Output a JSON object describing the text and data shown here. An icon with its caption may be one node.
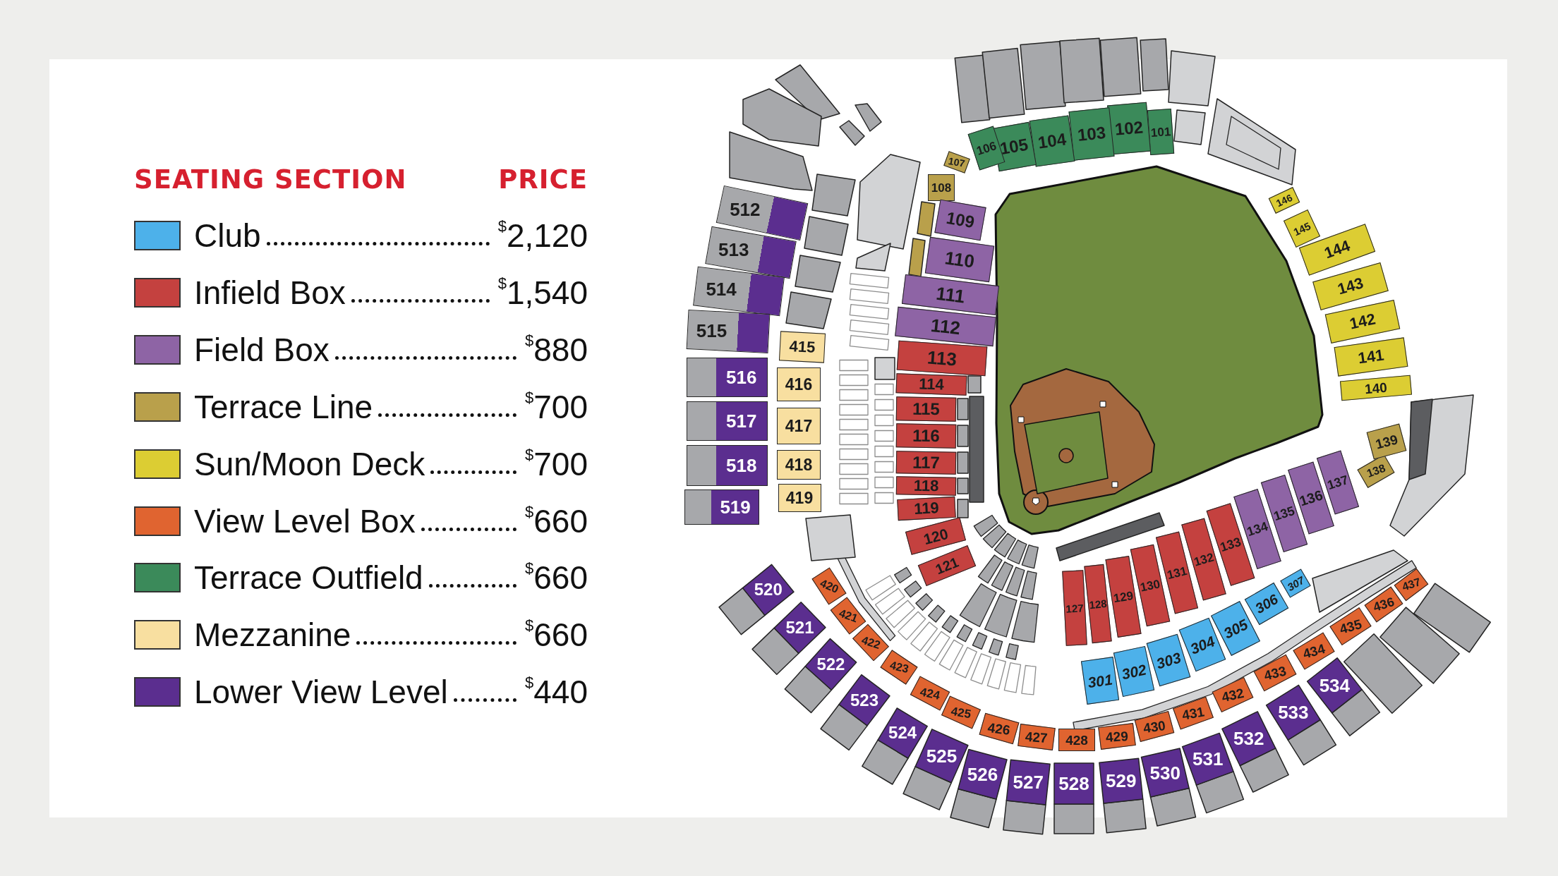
{
  "diagram": {
    "nodes": [
      {
        "text": [
          "101"
        ]
      },
      {
        "text": [
          "102"
        ]
      },
      {
        "text": [
          "103"
        ]
      },
      {
        "text": [
          "104"
        ]
      },
      {
        "text": [
          "105"
        ]
      },
      {
        "text": [
          "106"
        ]
      },
      {
        "text": [
          "107"
        ]
      },
      {
        "text": [
          "108"
        ]
      },
      {
        "text": [
          "109"
        ]
      },
      {
        "text": [
          "110"
        ]
      },
      {
        "text": [
          "111"
        ]
      },
      {
        "text": [
          "112"
        ]
      },
      {
        "text": [
          "113"
        ]
      },
      {
        "text": [
          "114"
        ]
      },
      {
        "text": [
          "115"
        ]
      },
      {
        "text": [
          "116"
        ]
      },
      {
        "text": [
          "117"
        ]
      },
      {
        "text": [
          "118"
        ]
      },
      {
        "text": [
          "119"
        ]
      },
      {
        "text": [
          "120"
        ]
      },
      {
        "text": [
          "121"
        ]
      },
      {
        "text": [
          "127"
        ]
      },
      {
        "text": [
          "128"
        ]
      },
      {
        "text": [
          "129"
        ]
      },
      {
        "text": [
          "130"
        ]
      },
      {
        "text": [
          "131"
        ]
      },
      {
        "text": [
          "132"
        ]
      },
      {
        "text": [
          "133"
        ]
      },
      {
        "text": [
          "134"
        ]
      },
      {
        "text": [
          "135"
        ]
      },
      {
        "text": [
          "136"
        ]
      },
      {
        "text": [
          "137"
        ]
      },
      {
        "text": [
          "138"
        ]
      },
      {
        "text": [
          "139"
        ]
      },
      {
        "text": [
          "140"
        ]
      },
      {
        "text": [
          "141"
        ]
      },
      {
        "text": [
          "142"
        ]
      },
      {
        "text": [
          "143"
        ]
      },
      {
        "text": [
          "144"
        ]
      },
      {
        "text": [
          "145"
        ]
      },
      {
        "text": [
          "146"
        ]
      },
      {
        "text": [
          "301"
        ]
      },
      {
        "text": [
          "302"
        ]
      },
      {
        "text": [
          "303"
        ]
      },
      {
        "text": [
          "304"
        ]
      },
      {
        "text": [
          "305"
        ]
      },
      {
        "text": [
          "306"
        ]
      },
      {
        "text": [
          "307"
        ]
      },
      {
        "text": [
          "415"
        ]
      },
      {
        "text": [
          "416"
        ]
      },
      {
        "text": [
          "417"
        ]
      },
      {
        "text": [
          "418"
        ]
      },
      {
        "text": [
          "419"
        ]
      },
      {
        "text": [
          "420"
        ]
      },
      {
        "text": [
          "421"
        ]
      },
      {
        "text": [
          "422"
        ]
      },
      {
        "text": [
          "423"
        ]
      },
      {
        "text": [
          "424"
        ]
      },
      {
        "text": [
          "425"
        ]
      },
      {
        "text": [
          "426"
        ]
      },
      {
        "text": [
          "427"
        ]
      },
      {
        "text": [
          "428"
        ]
      },
      {
        "text": [
          "429"
        ]
      },
      {
        "text": [
          "430"
        ]
      },
      {
        "text": [
          "431"
        ]
      },
      {
        "text": [
          "432"
        ]
      },
      {
        "text": [
          "433"
        ]
      },
      {
        "text": [
          "434"
        ]
      },
      {
        "text": [
          "435"
        ]
      },
      {
        "text": [
          "436"
        ]
      },
      {
        "text": [
          "437"
        ]
      },
      {
        "text": [
          "512"
        ]
      },
      {
        "text": [
          "513"
        ]
      },
      {
        "text": [
          "514"
        ]
      },
      {
        "text": [
          "515"
        ]
      },
      {
        "text": [
          "516"
        ]
      },
      {
        "text": [
          "517"
        ]
      },
      {
        "text": [
          "518"
        ]
      },
      {
        "text": [
          "519"
        ]
      },
      {
        "text": [
          "520"
        ]
      },
      {
        "text": [
          "521"
        ]
      },
      {
        "text": [
          "522"
        ]
      },
      {
        "text": [
          "523"
        ]
      },
      {
        "text": [
          "524"
        ]
      },
      {
        "text": [
          "525"
        ]
      },
      {
        "text": [
          "526"
        ]
      },
      {
        "text": [
          "527"
        ]
      },
      {
        "text": [
          "528"
        ]
      },
      {
        "text": [
          "529"
        ]
      },
      {
        "text": [
          "530"
        ]
      },
      {
        "text": [
          "531"
        ]
      },
      {
        "text": [
          "532"
        ]
      },
      {
        "text": [
          "533"
        ]
      },
      {
        "text": [
          "534"
        ]
      }
    ],
    "labels": [
      "SEATING SECTION",
      "PRICE",
      "$^{$}$2,120",
      "$^{$}$1,540",
      "$^{$}$880",
      "$^{$}$700",
      "$^{$}$700",
      "$^{$}$660",
      "$^{$}$660",
      "$^{$}$660",
      "$^{$}$440"
    ],
    "legend": [
      {
        "text": "Club",
        "color": "#4db1ea"
      },
      {
        "text": "Infield Box",
        "color": "#c4413f"
      },
      {
        "text": "Field Box",
        "color": "#8e64a5"
      },
      {
        "text": "Terrace Line",
        "color": "#b9a04b"
      },
      {
        "text": "Sun/Moon Deck",
        "color": "#dccd33"
      },
      {
        "text": "View Level Box",
        "color": "#e06430"
      },
      {
        "text": "Terrace Outfield",
        "color": "#3b8a5a"
      },
      {
        "text": "Mezzanine",
        "color": "#f8dfa0"
      },
      {
        "text": "Lower View Level",
        "color": "#5b2e8f"
      }
    ]
  }
}
